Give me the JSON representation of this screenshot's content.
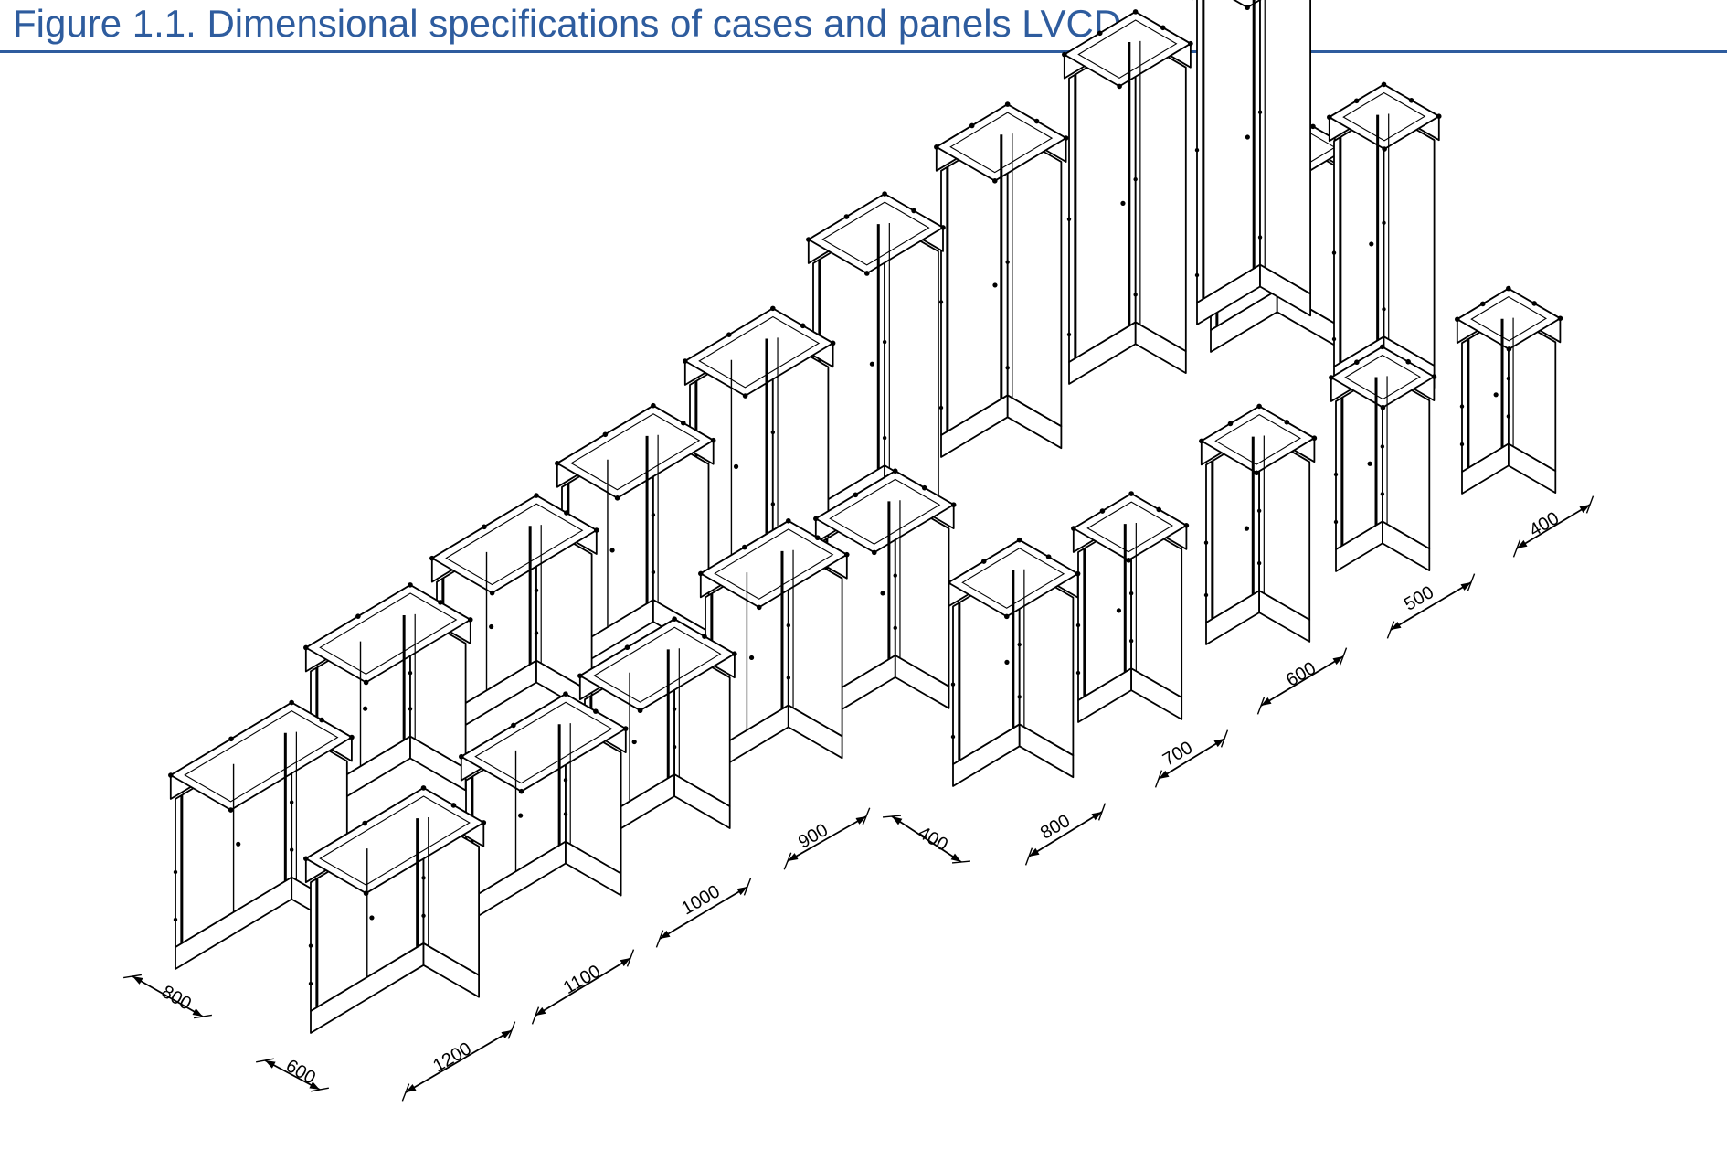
{
  "figure": {
    "title": "Figure 1.1. Dimensional specifications of cases and panels LVCD",
    "accent_color": "#2e5c9e",
    "line_color": "#000000"
  },
  "dimension_labels": [
    {
      "name": "width-800",
      "text": "800"
    },
    {
      "name": "width-600",
      "text": "600"
    },
    {
      "name": "width-1200",
      "text": "1200"
    },
    {
      "name": "width-1100",
      "text": "1100"
    },
    {
      "name": "width-1000",
      "text": "1000"
    },
    {
      "name": "width-900",
      "text": "900"
    },
    {
      "name": "depth-400",
      "text": "400"
    },
    {
      "name": "width-800-b",
      "text": "800"
    },
    {
      "name": "width-700",
      "text": "700"
    },
    {
      "name": "width-600-b",
      "text": "600"
    },
    {
      "name": "width-500",
      "text": "500"
    },
    {
      "name": "width-400",
      "text": "400"
    }
  ]
}
